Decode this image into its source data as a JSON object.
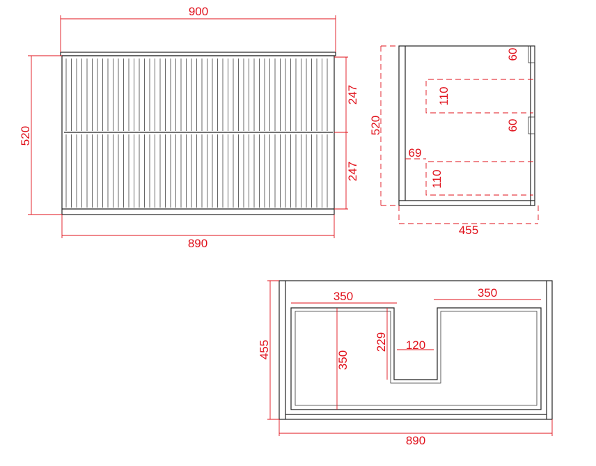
{
  "front_view": {
    "top_width": "900",
    "height": "520",
    "drawer_upper": "247",
    "drawer_lower": "247",
    "bottom_width": "890"
  },
  "side_view": {
    "height": "520",
    "depth": "455",
    "rail_upper": "60",
    "rail_lower": "60",
    "recess_upper": "110",
    "recess_lower": "110",
    "offset": "69"
  },
  "top_view": {
    "width": "890",
    "depth": "455",
    "drawer_left_width": "350",
    "drawer_right_width": "350",
    "drawer_depth": "350",
    "notch_depth": "229",
    "notch_width": "120"
  },
  "colors": {
    "dimension": "#e0101a",
    "outline": "#222222"
  }
}
